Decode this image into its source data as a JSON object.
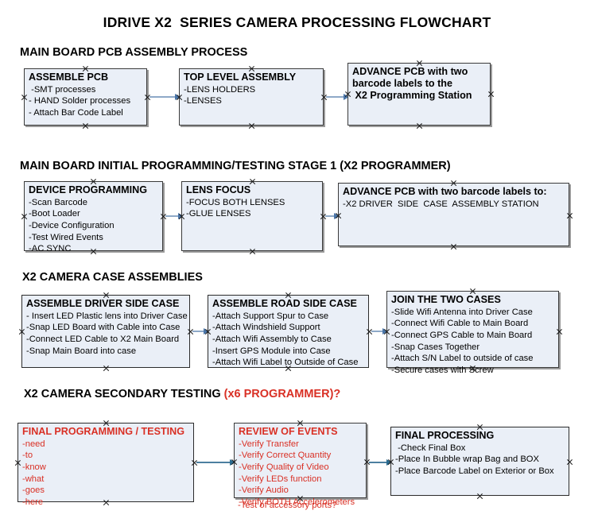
{
  "title": "IDRIVE X2  SERIES CAMERA PROCESSING FLOWCHART",
  "colors": {
    "box_fill": "#eaeff7",
    "box_border": "#3a3a3a",
    "accent_red": "#d93025",
    "connector": "#8ea9c8",
    "connector_dark": "#4c7fa0",
    "text": "#000000",
    "page_background": "#ffffff"
  },
  "sections": [
    {
      "id": "main-board-pcb-assembly",
      "heading": "MAIN BOARD PCB ASSEMBLY PROCESS",
      "heading_accent": ""
    },
    {
      "id": "main-board-initial-programming",
      "heading": "MAIN BOARD INITIAL PROGRAMMING/TESTING STAGE 1 (X2 PROGRAMMER)",
      "heading_accent": ""
    },
    {
      "id": "x2-camera-case-assemblies",
      "heading": "X2 CAMERA CASE ASSEMBLIES",
      "heading_accent": ""
    },
    {
      "id": "x2-camera-secondary-testing",
      "heading": "X2 CAMERA SECONDARY TESTING ",
      "heading_accent": "(x6 PROGRAMMER)?"
    }
  ],
  "boxes": {
    "assemble_pcb": {
      "title": "ASSEMBLE PCB",
      "lines": [
        " -SMT processes",
        "- HAND Solder processes",
        "- Attach Bar Code Label"
      ]
    },
    "top_level_assembly": {
      "title": "TOP LEVEL ASSEMBLY",
      "lines": [
        "-LENS HOLDERS",
        "-LENSES"
      ]
    },
    "advance_pcb_station": {
      "title": "ADVANCE PCB with two\nbarcode labels to the\n X2 Programming Station",
      "lines": []
    },
    "device_programming": {
      "title": "DEVICE PROGRAMMING",
      "lines": [
        "-Scan Barcode",
        "-Boot Loader",
        "-Device Configuration",
        "-Test Wired Events",
        "-AC SYNC"
      ]
    },
    "lens_focus": {
      "title": "LENS FOCUS",
      "lines": [
        "-FOCUS BOTH LENSES",
        "-GLUE LENSES"
      ]
    },
    "advance_pcb_driver_side": {
      "title": "ADVANCE PCB with two barcode labels to:",
      "lines": [
        "-X2 DRIVER  SIDE  CASE  ASSEMBLY STATION"
      ]
    },
    "assemble_driver_side_case": {
      "title": "ASSEMBLE DRIVER SIDE CASE",
      "lines": [
        "- Insert LED Plastic lens into Driver Case",
        "-Snap LED Board with Cable into Case",
        "-Connect LED Cable to X2 Main Board",
        "-Snap Main Board into case"
      ]
    },
    "assemble_road_side_case": {
      "title": "ASSEMBLE ROAD SIDE CASE",
      "lines": [
        "-Attach Support Spur to Case",
        "-Attach Windshield Support",
        "-Attach Wifi Assembly to Case",
        "-Insert GPS Module into Case",
        "-Attach Wifi Label to Outside of Case"
      ]
    },
    "join_the_two_cases": {
      "title": "JOIN THE TWO CASES",
      "lines": [
        "-Slide Wifi Antenna into Driver Case",
        "-Connect Wifi Cable to Main Board",
        "-Connect GPS Cable to Main Board",
        "-Snap Cases Together",
        "-Attach S/N Label to outside of case",
        "-Secure cases with Screw"
      ]
    },
    "final_programming_testing": {
      "title": "FINAL PROGRAMMING / TESTING",
      "lines": [
        "-need",
        "-to",
        "-know",
        "-what",
        "-goes",
        "-here"
      ]
    },
    "review_of_events": {
      "title": "REVIEW OF EVENTS",
      "lines": [
        "-Verify Transfer",
        "-Verify Correct Quantity",
        "-Verify Quality of Video",
        "-Verify LEDs function",
        "-Verify Audio",
        "-Verify BOTH Accelerometers"
      ],
      "overflow_line": "-Test of accessory ports?"
    },
    "final_processing": {
      "title": "FINAL PROCESSING",
      "lines": [
        " -Check Final Box",
        "-Place In Bubble wrap Bag and BOX",
        "-Place Barcode Label on Exterior or Box"
      ]
    }
  }
}
